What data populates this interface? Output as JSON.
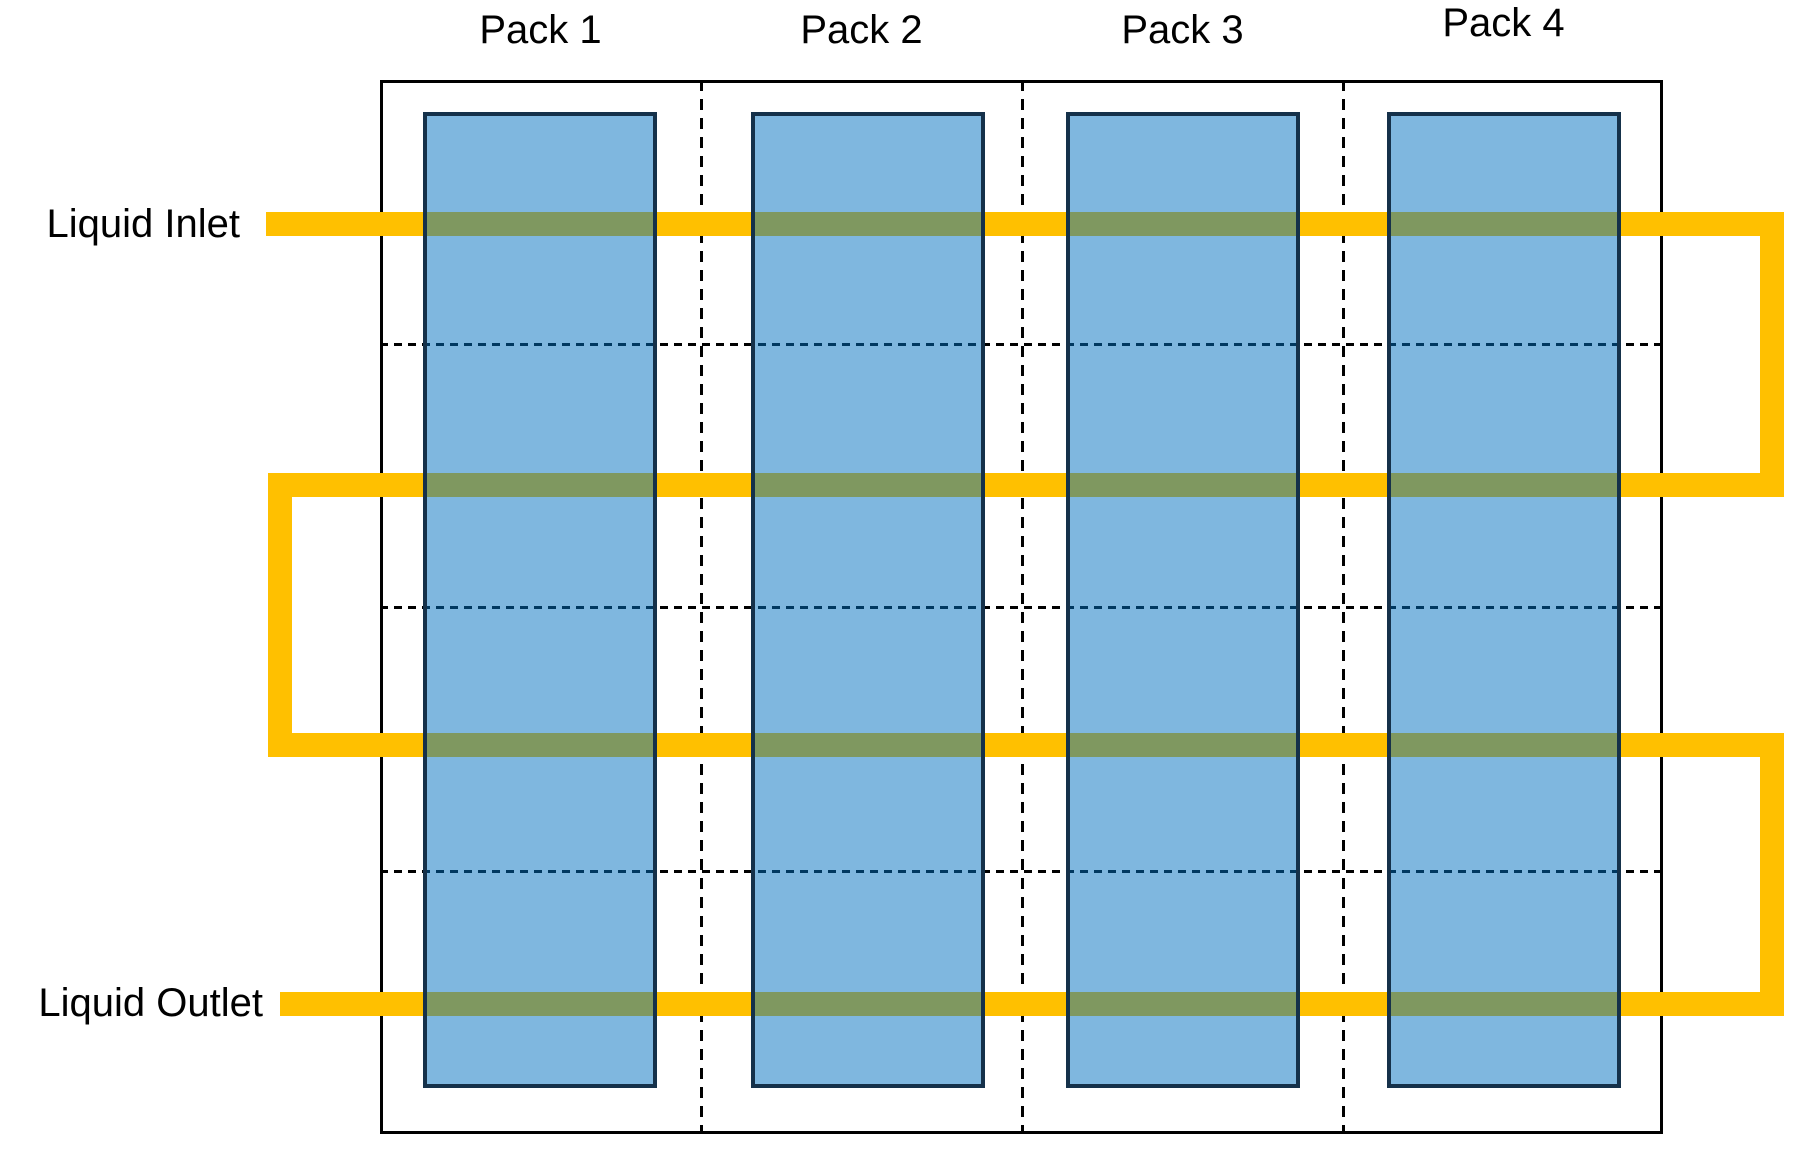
{
  "packs": [
    {
      "label": "Pack 1"
    },
    {
      "label": "Pack 2"
    },
    {
      "label": "Pack 3"
    },
    {
      "label": "Pack 4"
    }
  ],
  "labels": {
    "inlet": "Liquid Inlet",
    "outlet": "Liquid Outlet"
  },
  "colors": {
    "pipe": "#FFC000",
    "pack_fill": "rgba(0,112,192,0.5)",
    "pack_border": "#15314A",
    "line": "#000000",
    "text": "#000000",
    "background": "#FFFFFF"
  }
}
